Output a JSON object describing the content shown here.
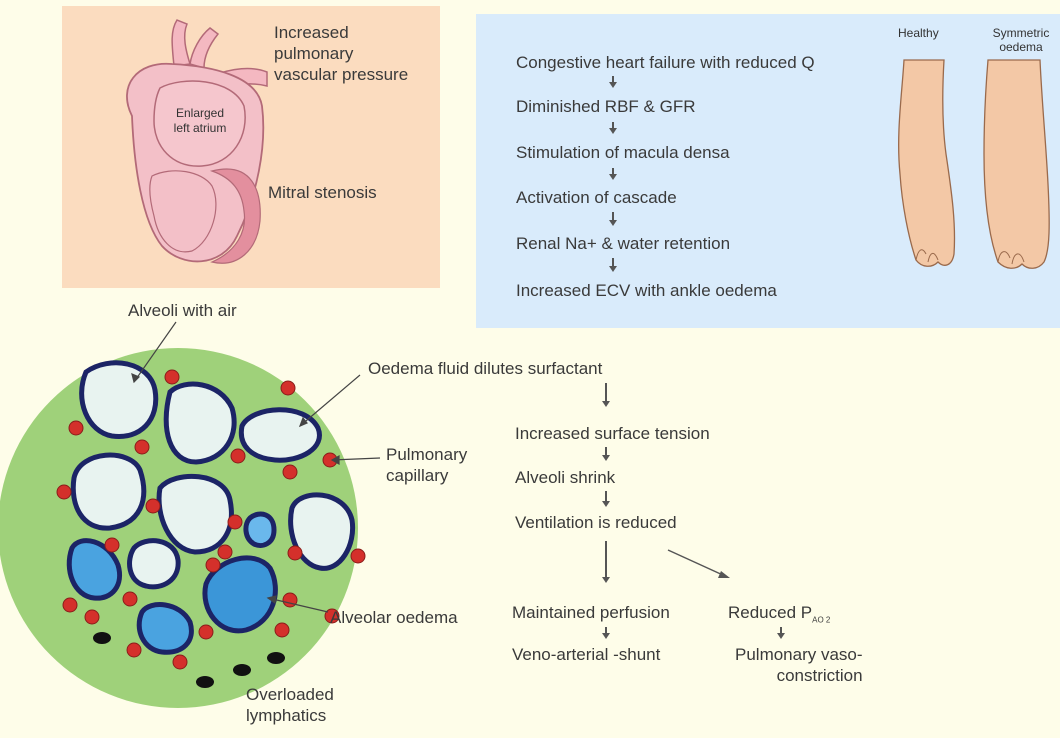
{
  "heart_panel": {
    "enlarged_left_atrium": "Enlarged\nleft atrium",
    "pressure_label": "Increased\npulmonary\nvascular pressure",
    "mitral_label": "Mitral stenosis"
  },
  "chf_panel": {
    "steps": [
      "Congestive heart failure with reduced Q",
      "Diminished RBF & GFR",
      "Stimulation of macula densa",
      "Activation of cascade",
      "Renal Na+ & water retention",
      "Increased ECV with ankle oedema"
    ],
    "healthy_label": "Healthy",
    "symmetric_label": "Symmetric\noedema"
  },
  "lung": {
    "alveoli_air_label": "Alveoli with air",
    "capillary_label": "Pulmonary\ncapillary",
    "alveolar_oedema_label": "Alveolar oedema",
    "lymphatics_label": "Overloaded\nlymphatics"
  },
  "lung_flow": {
    "start": "Oedema fluid dilutes surfactant",
    "step1": "Increased surface tension",
    "step2": "Alveoli shrink",
    "step3": "Ventilation is reduced",
    "left_branch": "Maintained perfusion",
    "left_result": "Veno-arterial -shunt",
    "right_branch": "Reduced P",
    "right_branch_sub": "AO 2",
    "right_result": "Pulmonary vaso-\nconstriction"
  },
  "colors": {
    "background": "#fefde9",
    "heart_panel": "#fbdcbf",
    "chf_panel": "#d9ebfb",
    "lung_disc": "#9fd17a",
    "alveolus_edge": "#1c2466",
    "capillary": "#d4302b"
  }
}
